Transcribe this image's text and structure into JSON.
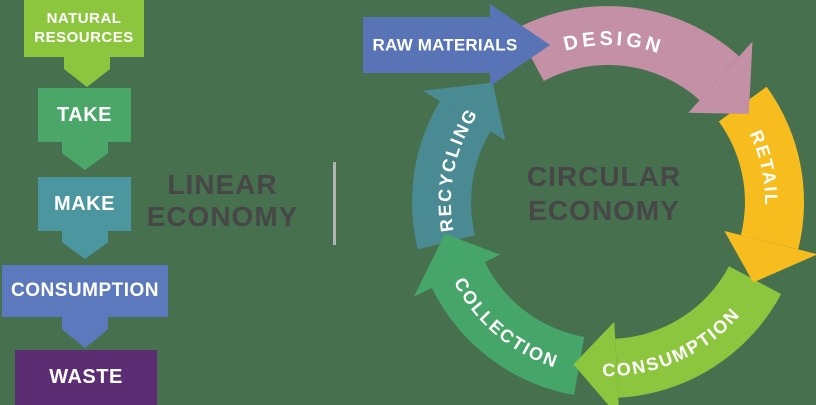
{
  "background_color": "#47704F",
  "divider_color": "#B3B3B3",
  "title_color": "#474747",
  "linear": {
    "title_line1": "LINEAR",
    "title_line2": "ECONOMY",
    "steps": [
      {
        "label": "NATURAL RESOURCES",
        "color": "#8CC63F"
      },
      {
        "label": "TAKE",
        "color": "#4BA768"
      },
      {
        "label": "MAKE",
        "color": "#4C96A0"
      },
      {
        "label": "CONSUMPTION",
        "color": "#5B79BC"
      },
      {
        "label": "WASTE",
        "color": "#5C2D73"
      }
    ]
  },
  "circular": {
    "title_line1": "CIRCULAR",
    "title_line2": "ECONOMY",
    "raw_materials_label": "RAW MATERIALS",
    "raw_materials_color": "#5874B6",
    "segments": [
      {
        "label": "DESIGN",
        "color": "#C390A5"
      },
      {
        "label": "RETAIL",
        "color": "#F7BD1E"
      },
      {
        "label": "CONSUMPTION",
        "color": "#8CC63E"
      },
      {
        "label": "COLLECTION",
        "color": "#46A568"
      },
      {
        "label": "RECYCLING",
        "color": "#4A8A92"
      }
    ]
  }
}
